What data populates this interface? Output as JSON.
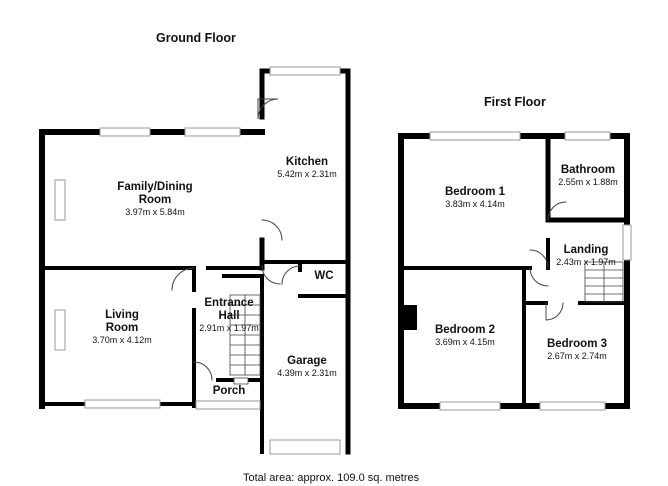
{
  "floors": {
    "ground": {
      "title": "Ground Floor",
      "rooms": {
        "kitchen": {
          "name": "Kitchen",
          "dims": "5.42m x 2.31m"
        },
        "family_dining": {
          "name": "Family/Dining Room",
          "dims": "3.97m x 5.84m"
        },
        "wc": {
          "name": "WC"
        },
        "entrance_hall": {
          "name": "Entrance Hall",
          "dims": "2.91m x 1.97m"
        },
        "living": {
          "name": "Living Room",
          "dims": "3.70m x 4.12m"
        },
        "garage": {
          "name": "Garage",
          "dims": "4.39m x 2.31m"
        },
        "porch": {
          "name": "Porch"
        }
      }
    },
    "first": {
      "title": "First Floor",
      "rooms": {
        "bedroom1": {
          "name": "Bedroom 1",
          "dims": "3.83m x 4.14m"
        },
        "bathroom": {
          "name": "Bathroom",
          "dims": "2.55m x 1.88m"
        },
        "landing": {
          "name": "Landing",
          "dims": "2.43m x 1.97m"
        },
        "bedroom2": {
          "name": "Bedroom 2",
          "dims": "3.69m x 4.15m"
        },
        "bedroom3": {
          "name": "Bedroom 3",
          "dims": "2.67m x 2.74m"
        }
      }
    }
  },
  "total_area": "Total area: approx. 109.0 sq. metres",
  "colors": {
    "wall": "#000000",
    "window": "#9a9a9a",
    "line": "#444444"
  }
}
